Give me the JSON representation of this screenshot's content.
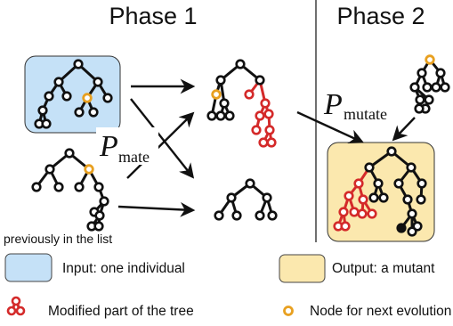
{
  "phases": {
    "phase1": "Phase 1",
    "phase2": "Phase 2"
  },
  "operators": {
    "mate_symbol": "P",
    "mate_sub": "mate",
    "mutate_symbol": "P",
    "mutate_sub": "mutate"
  },
  "caption": {
    "previous": "previously in the list"
  },
  "legend": {
    "input": "Input: one individual",
    "output": "Output: a mutant",
    "modified": "Modified part of the tree",
    "next_node": "Node for next evolution"
  },
  "colors": {
    "input_box": "#c5e1f7",
    "output_box": "#fbe8ae",
    "modified": "#d42a2a",
    "next_node": "#e8a020",
    "ink": "#111111"
  }
}
